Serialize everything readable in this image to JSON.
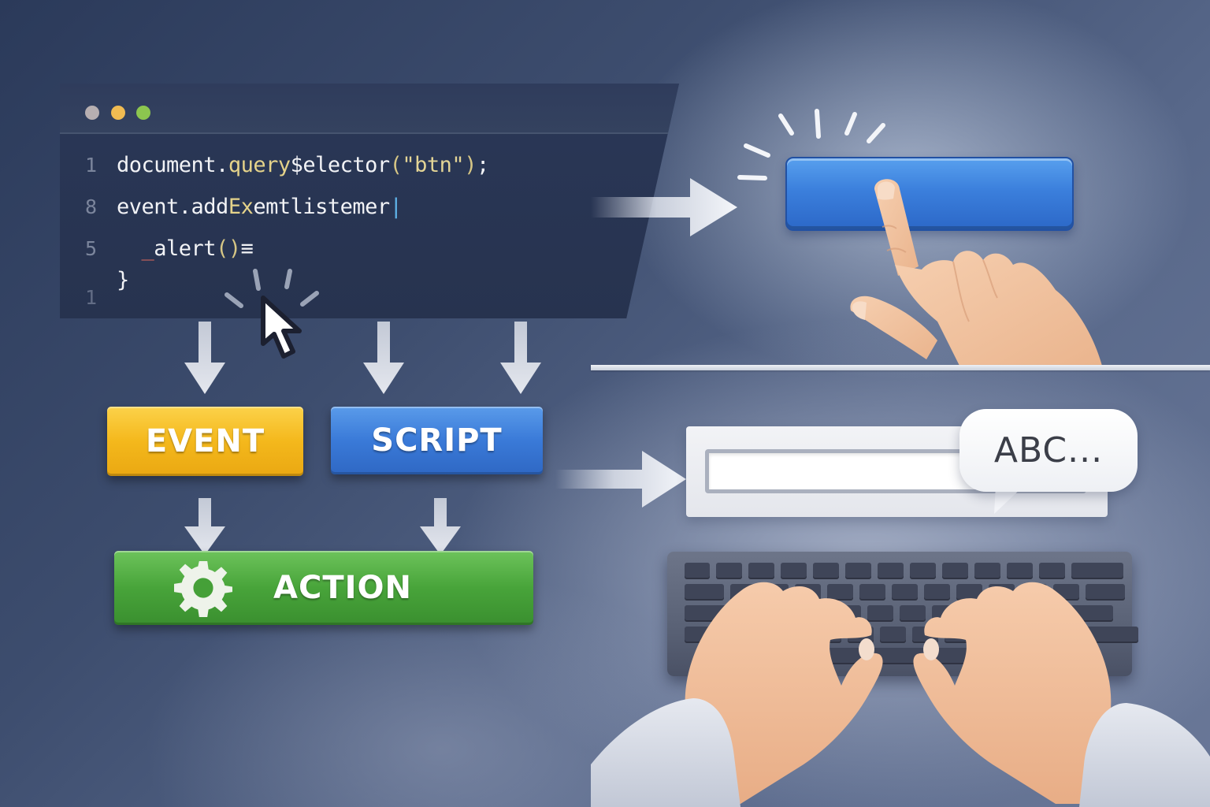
{
  "editor": {
    "window_controls": [
      {
        "name": "close",
        "color": "#b7afb1"
      },
      {
        "name": "minimize",
        "color": "#f0bb52"
      },
      {
        "name": "maximize",
        "color": "#8cc64f"
      }
    ],
    "lines": [
      {
        "number": "1",
        "segments": [
          {
            "text": "document.",
            "style": "plain"
          },
          {
            "text": "query",
            "style": "fn"
          },
          {
            "text": "$elector",
            "style": "plain"
          },
          {
            "text": "(",
            "style": "paren"
          },
          {
            "text": "\"btn\"",
            "style": "str"
          },
          {
            "text": ")",
            "style": "paren"
          },
          {
            "text": ";",
            "style": "plain"
          }
        ]
      },
      {
        "number": "8",
        "segments": [
          {
            "text": "event.add",
            "style": "plain"
          },
          {
            "text": "Ex",
            "style": "fn"
          },
          {
            "text": "emtlistemer",
            "style": "plain"
          },
          {
            "text": "|",
            "style": "caret"
          }
        ]
      },
      {
        "number": "5",
        "segments": [
          {
            "text": "  ",
            "style": "plain"
          },
          {
            "text": "_",
            "style": "under"
          },
          {
            "text": "alert",
            "style": "plain"
          },
          {
            "text": "()",
            "style": "paren"
          },
          {
            "text": "≡",
            "style": "plain"
          }
        ]
      },
      {
        "number": "",
        "segments": [
          {
            "text": "}",
            "style": "plain"
          }
        ]
      },
      {
        "number": "1",
        "segments": []
      }
    ],
    "line_numbers": [
      "1",
      "8",
      "5",
      "",
      "1"
    ],
    "line1": {
      "a": "document.",
      "b": "query",
      "c": "$elector",
      "d": "(",
      "e": "\"btn\"",
      "f": ")",
      "g": ";"
    },
    "line2": {
      "a": "event.add",
      "b": "Ex",
      "c": "emtlistemer",
      "d": "|"
    },
    "line3": {
      "a": "_",
      "b": "alert",
      "c": "()",
      "d": "≡"
    },
    "line4": {
      "a": "}"
    }
  },
  "cursor": {
    "icon": "mouse-pointer-icon",
    "effect": "click-sparks"
  },
  "flow": {
    "event": {
      "label": "EVENT",
      "color": "#f4b81c"
    },
    "script": {
      "label": "SCRIPT",
      "color": "#3a7ad8"
    },
    "action": {
      "label": "ACTION",
      "color": "#48a43a",
      "icon": "gear-icon"
    }
  },
  "interaction_click": {
    "button_color": "#3b7fdc",
    "button_label": "",
    "gesture": "pointing-finger-press"
  },
  "interaction_type": {
    "input_value": "",
    "bubble_text": "ABC...",
    "device": "keyboard",
    "gesture": "typing-hands"
  },
  "colors": {
    "background_dark": "#2b3a5a",
    "background_light": "#6a7898",
    "editor_bg": "#27334f",
    "code_text": "#f2f3f6",
    "code_fn": "#e5d38a"
  }
}
